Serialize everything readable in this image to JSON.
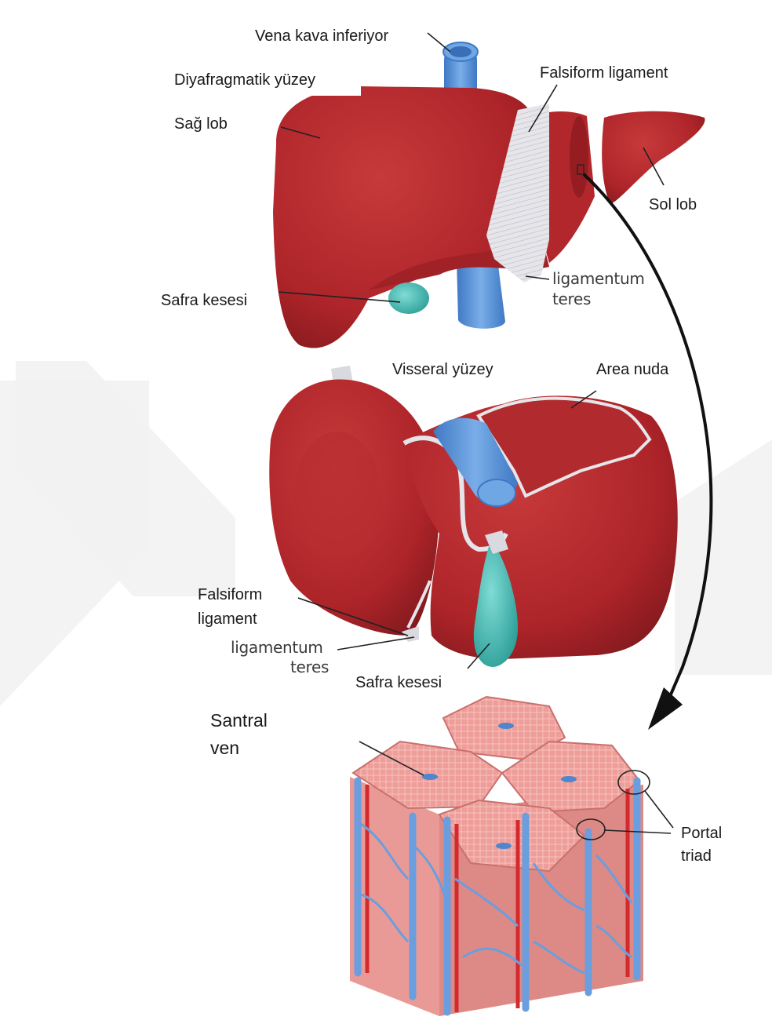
{
  "labels": {
    "vena_kava": "Vena kava inferiyor",
    "diyafragmatik": "Diyafragmatik yüzey",
    "sag_lob": "Sağ lob",
    "falsiform_top": "Falsiform ligament",
    "sol_lob": "Sol lob",
    "safra_top": "Safra kesesi",
    "lig_teres_top_1": "ligamentum",
    "lig_teres_top_2": "teres",
    "visseral": "Visseral yüzey",
    "area_nuda": "Area nuda",
    "falsiform_bottom_1": "Falsiform",
    "falsiform_bottom_2": "ligament",
    "lig_teres_bottom_1": "ligamentum",
    "lig_teres_bottom_2": "teres",
    "safra_bottom": "Safra kesesi",
    "santral_1": "Santral",
    "santral_2": "ven",
    "portal_1": "Portal",
    "portal_2": "triad"
  },
  "colors": {
    "liver": "#b3262a",
    "liver_dark": "#8a1a1d",
    "vein": "#5b93d6",
    "gallbladder": "#3fb8b0",
    "lobule": "#e89a96",
    "watermark": "#f1f1f1"
  }
}
